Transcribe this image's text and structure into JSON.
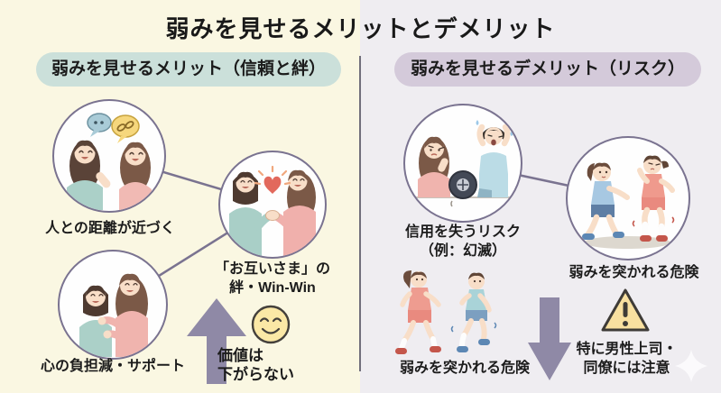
{
  "title": "弱みを見せるメリットとデメリット",
  "left_panel": {
    "header": "弱みを見せるメリット（信頼と絆）",
    "items": [
      {
        "caption": "人との距離が近づく"
      },
      {
        "caption_line1": "「お互いさま」の",
        "caption_line2": "絆・Win-Win"
      },
      {
        "caption": "心の負担減・サポート"
      }
    ],
    "value_note_line1": "価値は",
    "value_note_line2": "下がらない"
  },
  "right_panel": {
    "header": "弱みを見せるデメリット（リスク）",
    "items": [
      {
        "caption_line1": "信用を失うリスク",
        "caption_line2": "（例：幻滅）"
      },
      {
        "caption": "弱みを突かれる危険"
      },
      {
        "caption": "弱みを突かれる危険"
      }
    ],
    "caution_line1": "特に男性上司・",
    "caution_line2": "同僚には注意"
  },
  "icons": {
    "speech_bubbles": "talk bubbles with dots and chain-link",
    "heart": "heart with rays",
    "up_arrow": "purple up arrow",
    "down_arrow": "purple down arrow",
    "smiley": "smiling face",
    "warning": "warning triangle with exclamation",
    "sparkle": "four-point sparkle"
  },
  "colors": {
    "left_bg": "#FAF7E2",
    "right_bg": "#EFEDF1",
    "left_header_bg": "#CBE0DA",
    "right_header_bg": "#D4CADA",
    "circle_border": "#7A7390",
    "arrow": "#8F89A6",
    "smiley_fill": "#FBE8A6",
    "warning_fill": "#F8E0A0",
    "heart": "#E2695C",
    "text": "#1C1C1C"
  }
}
